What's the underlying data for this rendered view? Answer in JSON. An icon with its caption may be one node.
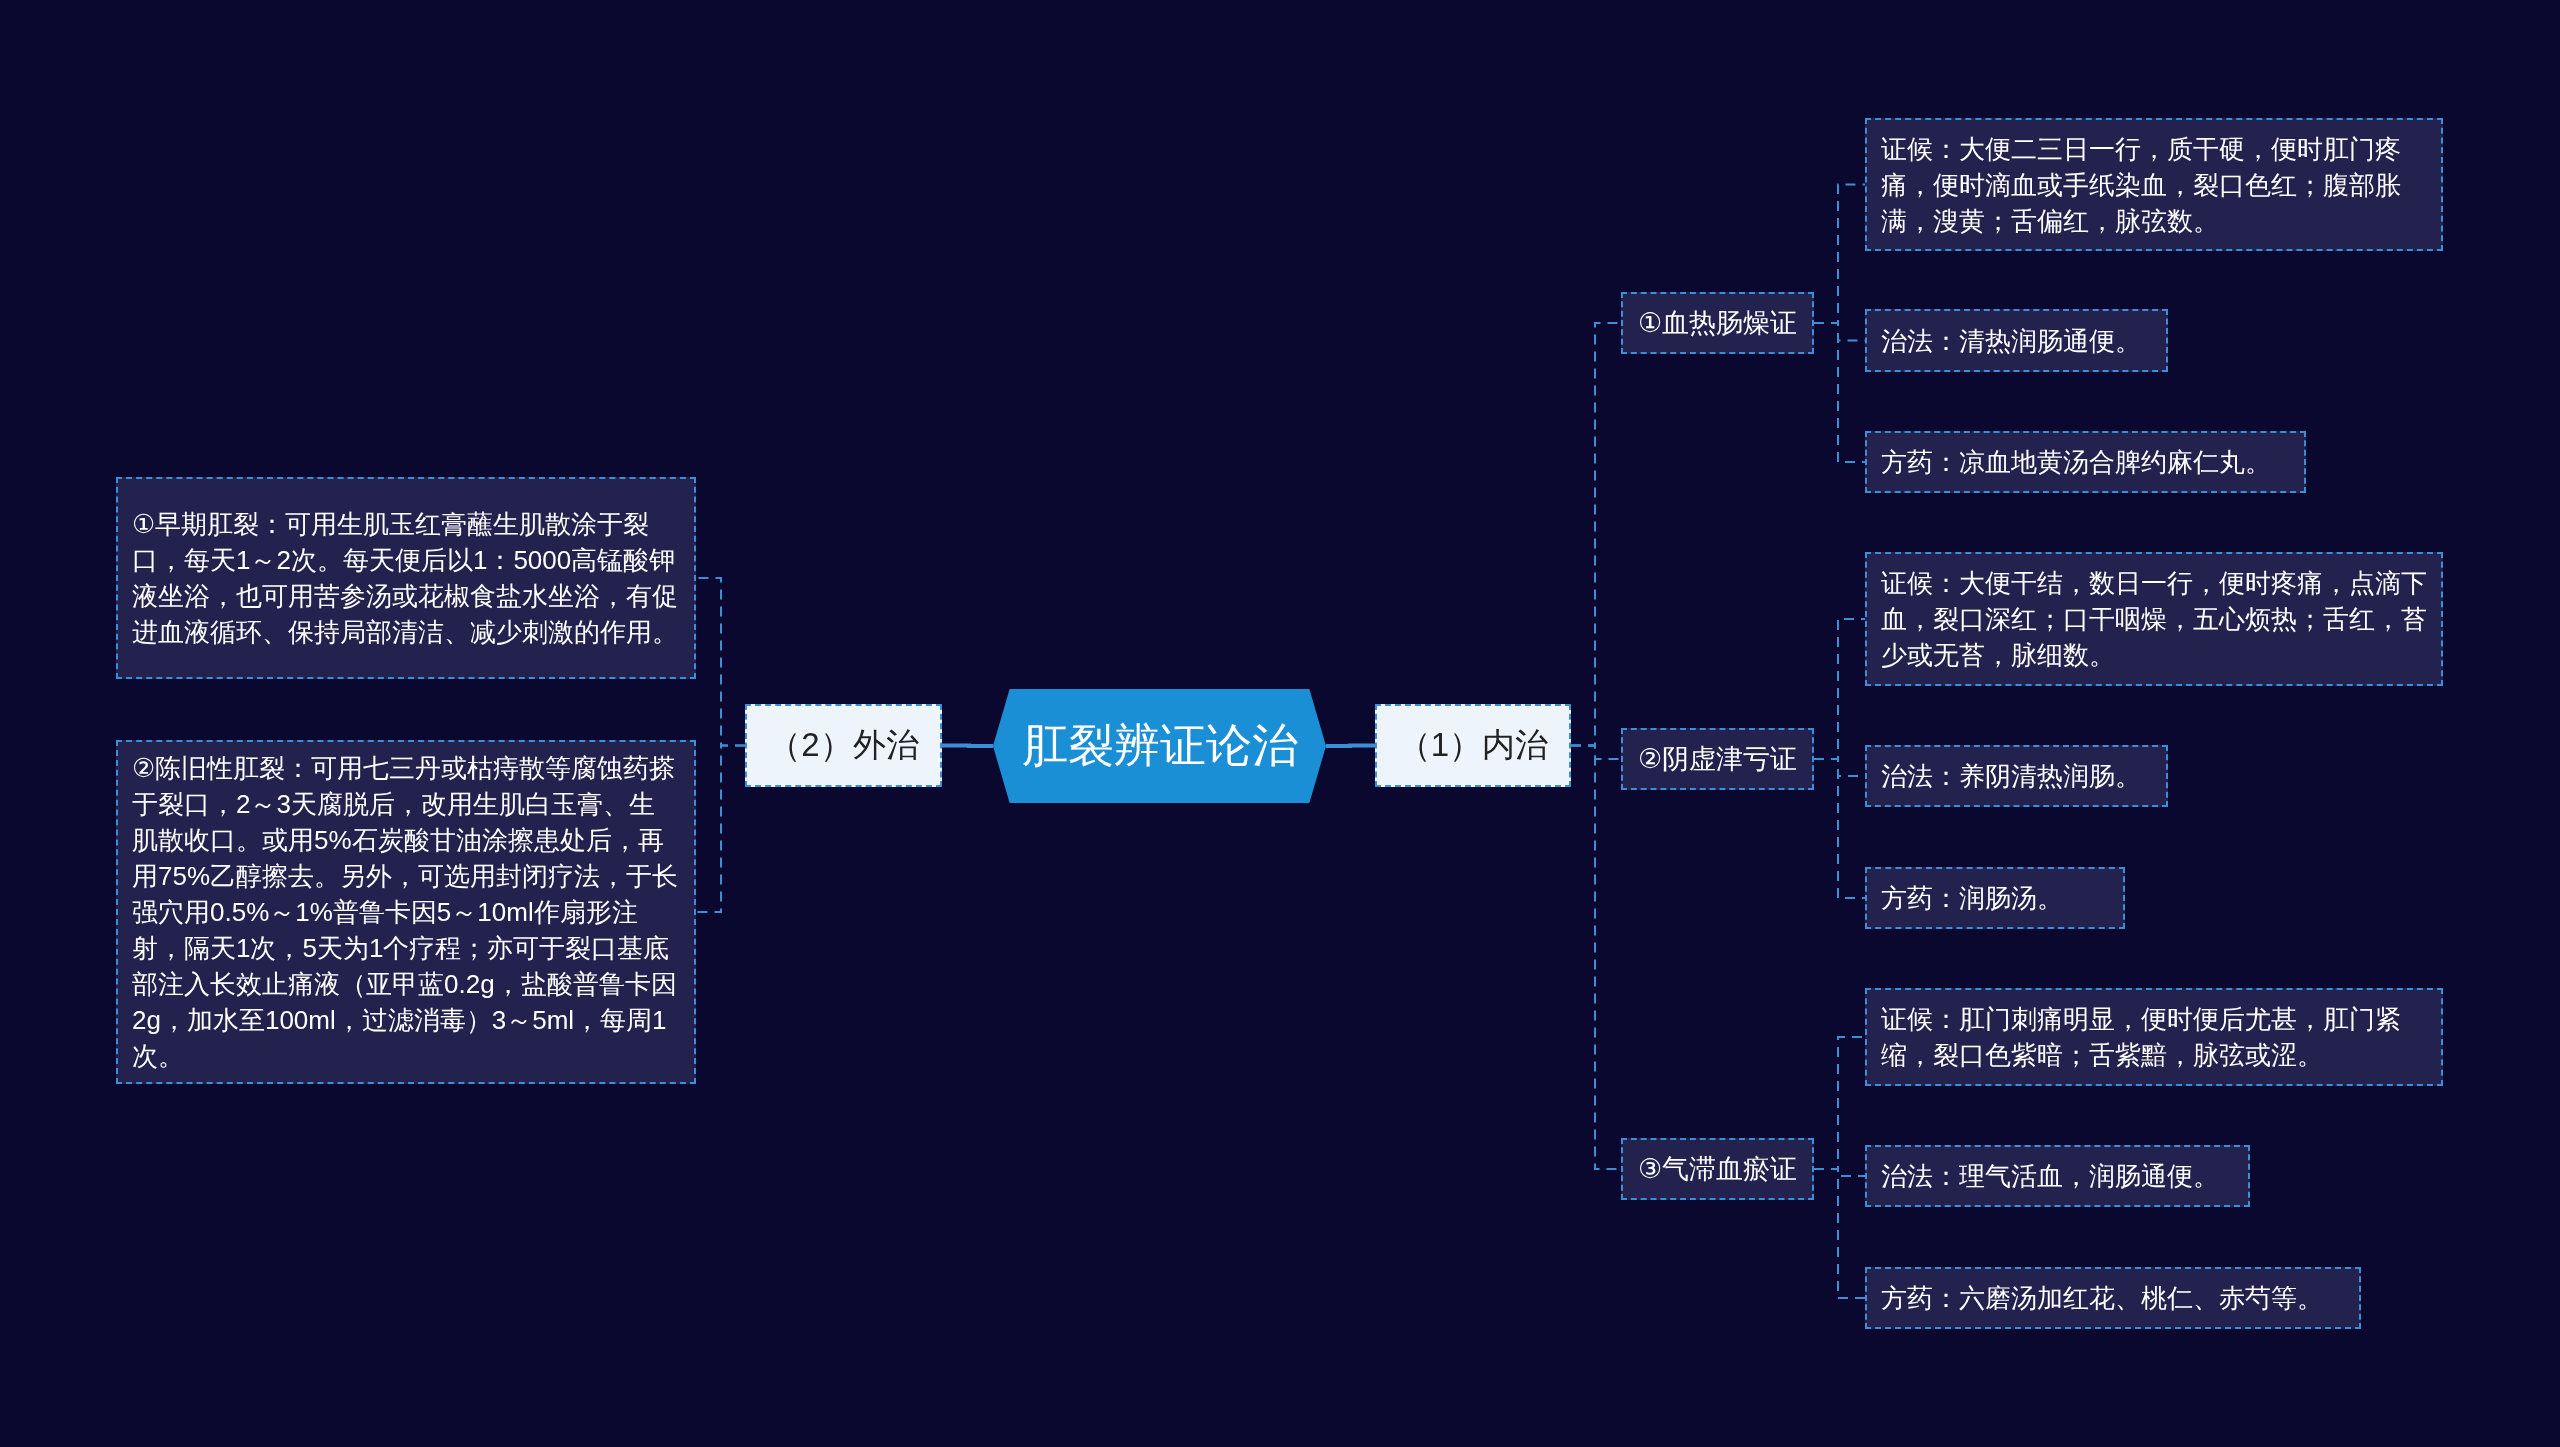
{
  "diagram": {
    "nodes": [
      {
        "text": [
          "肛裂辨证论治"
        ]
      },
      {
        "text": [
          "（1）内治"
        ]
      },
      {
        "text": [
          "①血热肠燥证"
        ]
      },
      {
        "text": [
          "证候：大便二三日一行，质干硬，便时肛门疼痛，便时滴血或手纸染血，裂口色红；腹部胀满，溲黄；舌偏红，脉弦数。"
        ]
      },
      {
        "text": [
          "治法：清热润肠通便。"
        ]
      },
      {
        "text": [
          "方药：凉血地黄汤合脾约麻仁丸。"
        ]
      },
      {
        "text": [
          "②阴虚津亏证"
        ]
      },
      {
        "text": [
          "证候：大便干结，数日一行，便时疼痛，点滴下血，裂口深红；口干咽燥，五心烦热；舌红，苔少或无苔，脉细数。"
        ]
      },
      {
        "text": [
          "治法：养阴清热润肠。"
        ]
      },
      {
        "text": [
          "方药：润肠汤。"
        ]
      },
      {
        "text": [
          "③气滞血瘀证"
        ]
      },
      {
        "text": [
          "证候：肛门刺痛明显，便时便后尤甚，肛门紧缩，裂口色紫暗；舌紫黯，脉弦或涩。"
        ]
      },
      {
        "text": [
          "治法：理气活血，润肠通便。"
        ]
      },
      {
        "text": [
          "方药：六磨汤加红花、桃仁、赤芍等。"
        ]
      },
      {
        "text": [
          "（2）外治"
        ]
      },
      {
        "text": [
          "①早期肛裂：可用生肌玉红膏蘸生肌散涂于裂口，每天1～2次。每天便后以1：5000高锰酸钾液坐浴，也可用苦参汤或花椒食盐水坐浴，有促进血液循环、保持局部清洁、减少刺激的作用。"
        ]
      },
      {
        "text": [
          "②陈旧性肛裂：可用七三丹或枯痔散等腐蚀药搽于裂口，2～3天腐脱后，改用生肌白玉膏、生肌散收口。或用5%石炭酸甘油涂擦患处后，再用75%乙醇擦去。另外，可选用封闭疗法，于长强穴用0.5%～1%普鲁卡因5～10ml作扇形注射，隔天1次，5天为1个疗程；亦可于裂口基底部注入长效止痛液（亚甲蓝0.2g，盐酸普鲁卡因2g，加水至100ml，过滤消毒）3～5ml，每周1次。"
        ]
      }
    ],
    "edges": [
      {
        "from": 0,
        "to": 1,
        "arrow": "none"
      },
      {
        "from": 1,
        "to": 2,
        "arrow": "none",
        "style": "dashed"
      },
      {
        "from": 2,
        "to": 3,
        "arrow": "none",
        "style": "dashed"
      },
      {
        "from": 2,
        "to": 4,
        "arrow": "none",
        "style": "dashed"
      },
      {
        "from": 2,
        "to": 5,
        "arrow": "none",
        "style": "dashed"
      },
      {
        "from": 1,
        "to": 6,
        "arrow": "none",
        "style": "dashed"
      },
      {
        "from": 6,
        "to": 7,
        "arrow": "none",
        "style": "dashed"
      },
      {
        "from": 6,
        "to": 8,
        "arrow": "none",
        "style": "dashed"
      },
      {
        "from": 6,
        "to": 9,
        "arrow": "none",
        "style": "dashed"
      },
      {
        "from": 1,
        "to": 10,
        "arrow": "none",
        "style": "dashed"
      },
      {
        "from": 10,
        "to": 11,
        "arrow": "none",
        "style": "dashed"
      },
      {
        "from": 10,
        "to": 12,
        "arrow": "none",
        "style": "dashed"
      },
      {
        "from": 10,
        "to": 13,
        "arrow": "none",
        "style": "dashed"
      },
      {
        "from": 0,
        "to": 14,
        "arrow": "none"
      },
      {
        "from": 14,
        "to": 15,
        "arrow": "none",
        "style": "dashed"
      },
      {
        "from": 14,
        "to": 16,
        "arrow": "none",
        "style": "dashed"
      }
    ]
  }
}
